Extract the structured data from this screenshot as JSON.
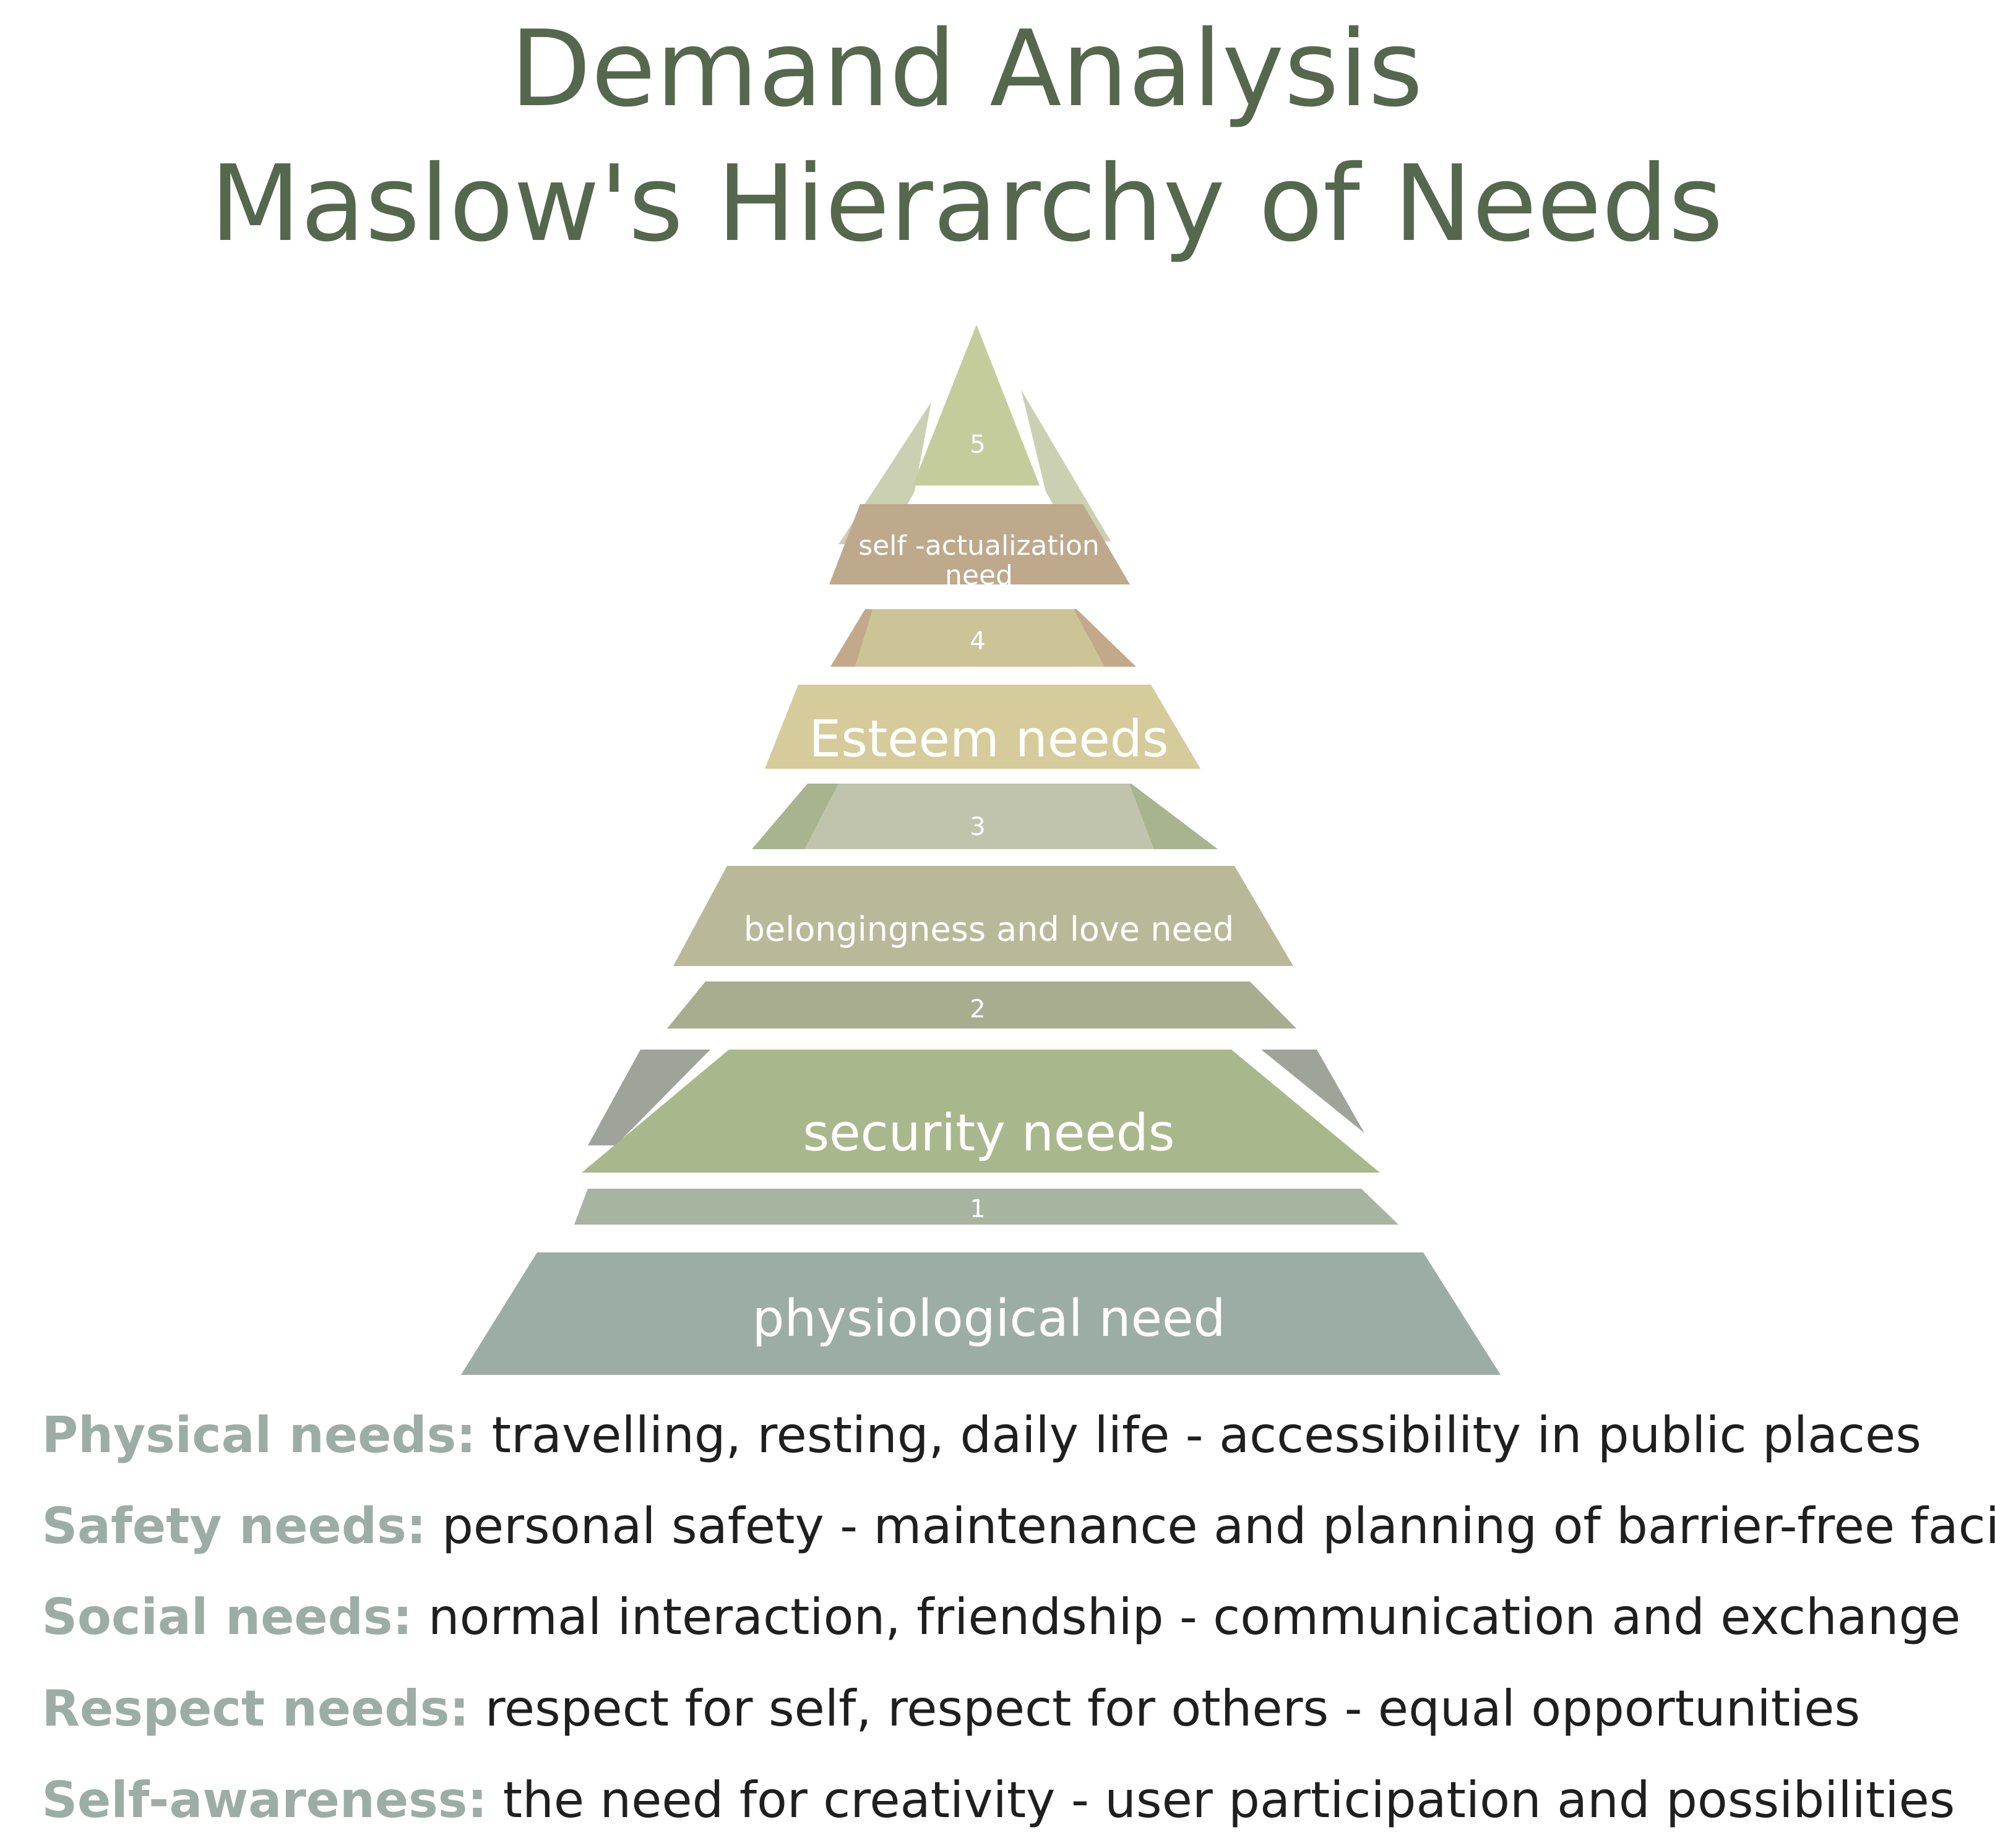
{
  "title": {
    "line1": "Demand Analysis",
    "line2": "Maslow's Hierarchy of Needs"
  },
  "pyramid": {
    "levels": [
      {
        "number": "5",
        "label_line1": "self -actualization",
        "label_line2": "need",
        "tab_color": "#c5cc9c",
        "band_color": "#bea98c"
      },
      {
        "number": "4",
        "label": "Esteem needs",
        "tab_color": "#ccc496",
        "band_color": "#d6cb9a"
      },
      {
        "number": "3",
        "label": "belongingness and love need",
        "tab_color": "#c1c4ad",
        "band_color": "#b9b999"
      },
      {
        "number": "2",
        "label": "security needs",
        "tab_color": "#a7ad8e",
        "band_color": "#a9b88c"
      },
      {
        "number": "1",
        "label": "physiological need",
        "tab_color": "#a6b4a0",
        "band_color": "#9cada5"
      }
    ],
    "accent_colors": {
      "side_top": "#ccd0b2",
      "side_4": "#c2a98a",
      "side_3": "#a8b48e",
      "side_2": "#9fa49b"
    }
  },
  "descriptions": [
    {
      "term": "Physical needs:",
      "text": " travelling, resting, daily life - accessibility in public places"
    },
    {
      "term": "Safety needs:",
      "text": " personal safety - maintenance and planning of barrier-free facilities"
    },
    {
      "term": "Social needs:",
      "text": " normal interaction, friendship - communication and exchange"
    },
    {
      "term": "Respect needs:",
      "text": " respect for self, respect for others - equal opportunities"
    },
    {
      "term": "Self-awareness:",
      "text": " the need for creativity - user participation and possibilities"
    }
  ],
  "colors": {
    "title": "#55684d",
    "term": "#9cada5",
    "text": "#1f1f1f"
  }
}
